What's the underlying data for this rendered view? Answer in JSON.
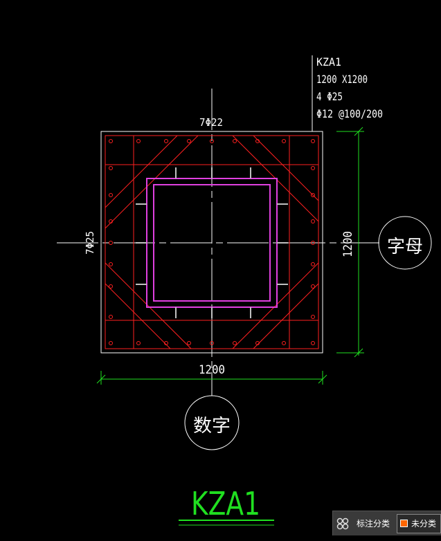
{
  "colors": {
    "background": "#000000",
    "outline": "#ffffff",
    "stirrup": "#ff2020",
    "hole": "#e040e0",
    "dimension": "#20e020",
    "centerline": "#ffffff",
    "swatch": "#ff6600"
  },
  "column_label": {
    "name": "KZA1",
    "size": "1200 X1200",
    "corner_bars": "4 Φ25",
    "stirrups": "Φ12 @100/200"
  },
  "rebar_labels": {
    "top": "7Φ22",
    "left": "7Φ25"
  },
  "dimensions": {
    "bottom": "1200",
    "right": "1200"
  },
  "bubbles": {
    "right": "字母",
    "bottom": "数字"
  },
  "drawing_title": "KZA1",
  "toolbar": {
    "icon": "group-icon",
    "label_category": "标注分类",
    "unclassified": "未分类"
  }
}
